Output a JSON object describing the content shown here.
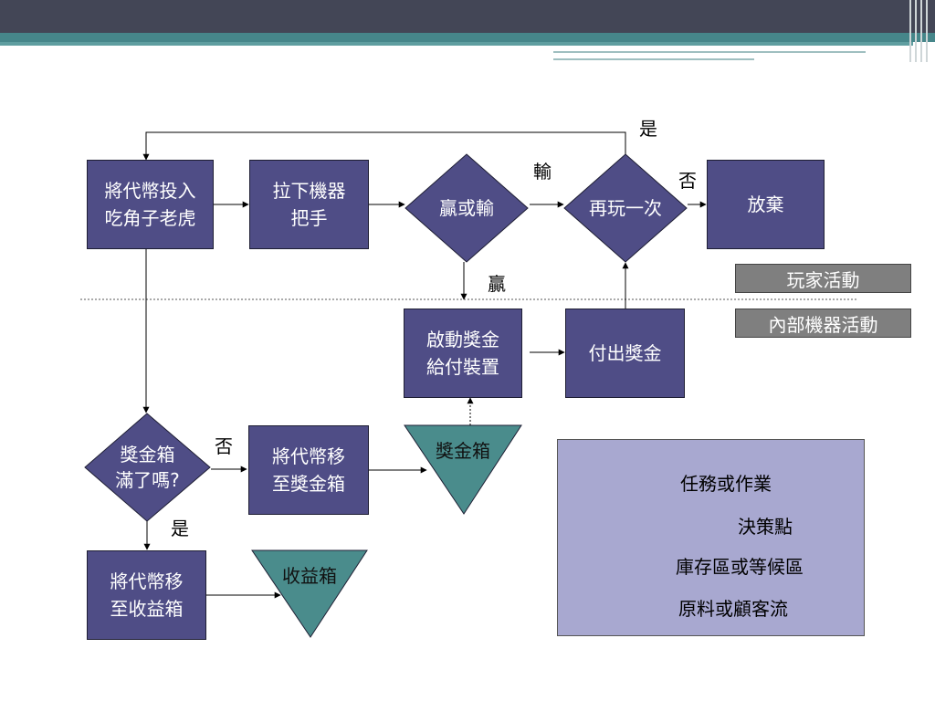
{
  "colors": {
    "task_fill": "#4f4d86",
    "inventory_fill": "#4a8c8c",
    "tag_fill": "#7f7f7f",
    "legend_fill": "#a8a8d0"
  },
  "nodes": {
    "insert_token": "將代幣投入\n吃角子老虎",
    "pull_lever": "拉下機器\n把手",
    "win_or_lose": "贏或輸",
    "play_again": "再玩一次",
    "give_up": "放棄",
    "start_payout": "啟動獎金\n給付裝置",
    "pay_out": "付出獎金",
    "prize_box_full": "獎金箱\n滿了嗎?",
    "move_to_prize_box": "將代幣移\n至獎金箱",
    "move_to_revenue_box": "將代幣移\n至收益箱",
    "prize_box": "獎金箱",
    "revenue_box": "收益箱"
  },
  "edge_labels": {
    "play_again_yes": "是",
    "lose": "輸",
    "give_up_no": "否",
    "win": "贏",
    "full_no": "否",
    "full_yes": "是"
  },
  "tags": {
    "player_activity": "玩家活動",
    "machine_activity": "內部機器活動"
  },
  "legend": {
    "task": "任務或作業",
    "decision": "決策點",
    "inventory": "庫存區或等候區",
    "flow": "原料或顧客流"
  }
}
